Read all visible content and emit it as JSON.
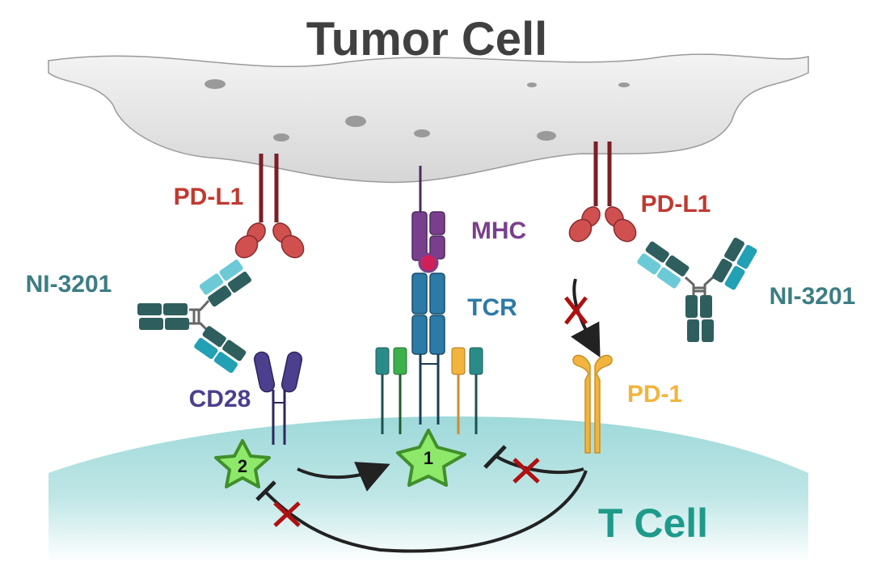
{
  "title": "Tumor Cell",
  "labels": {
    "pdl1_left": "PD-L1",
    "pdl1_right": "PD-L1",
    "ni3201_left": "NI-3201",
    "ni3201_right": "NI-3201",
    "mhc": "MHC",
    "tcr": "TCR",
    "cd28": "CD28",
    "pd1": "PD-1",
    "tcell": "T Cell"
  },
  "signals": {
    "signal1": "1",
    "signal2": "2"
  },
  "colors": {
    "title": "#404040",
    "pdl1": "#c0392f",
    "ni3201": "#3c7d84",
    "mhc": "#7a3f8c",
    "tcr": "#2c7aa6",
    "cd28": "#4b3f8e",
    "pd1": "#f2b43c",
    "tcell": "#1e9a8a",
    "inhibit_x": "#b01010",
    "star": "#8ee86a"
  }
}
